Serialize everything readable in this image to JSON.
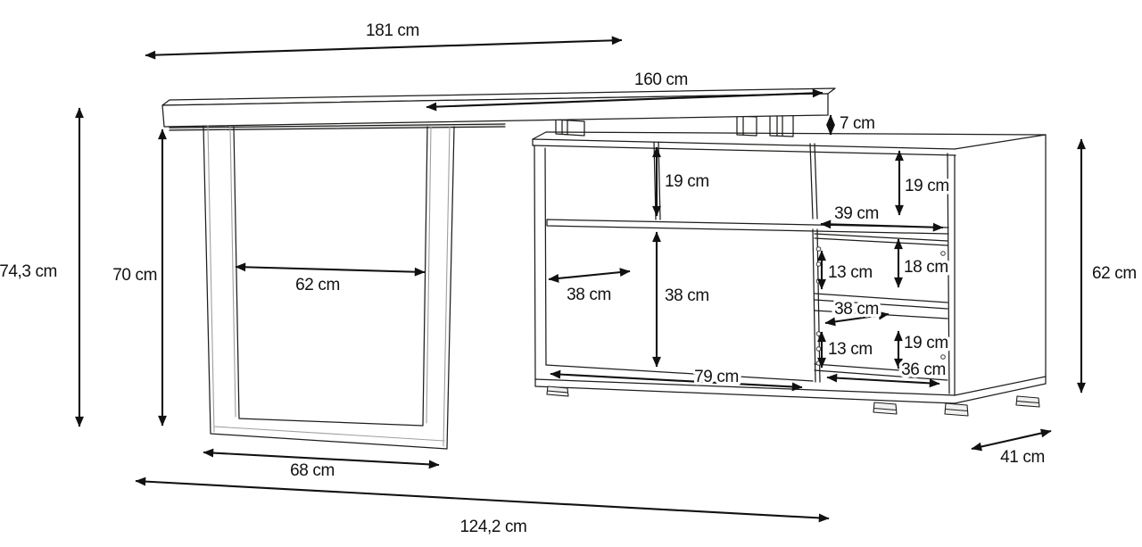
{
  "diagram": {
    "kind": "furniture dimension drawing",
    "subject": "corner desk with integrated sideboard cabinet",
    "unit": "cm",
    "colors": {
      "background": "#ffffff",
      "line": "#1d1d1b",
      "text": "#111111"
    }
  },
  "labels": {
    "desk_length": "181 cm",
    "desk_overhang": "160 cm",
    "top_offset": "7 cm",
    "overall_height": "74,3 cm",
    "leg_height": "70 cm",
    "leg_inner_width": "62 cm",
    "leg_outer_width": "68 cm",
    "overall_width": "124,2 cm",
    "niche_left_height": "19 cm",
    "niche_left_width": "38 cm",
    "open_height": "38 cm",
    "open_width": "79 cm",
    "niche_right_height": "19 cm",
    "niche_right_width": "39 cm",
    "drawer1_front_height": "13 cm",
    "drawer1_compartment_height": "18 cm",
    "drawer_width": "38 cm",
    "drawer2_front_height": "13 cm",
    "drawer2_compartment_height": "19 cm",
    "bottom_inner_width": "36 cm",
    "cabinet_height": "62 cm",
    "cabinet_depth": "41 cm"
  }
}
